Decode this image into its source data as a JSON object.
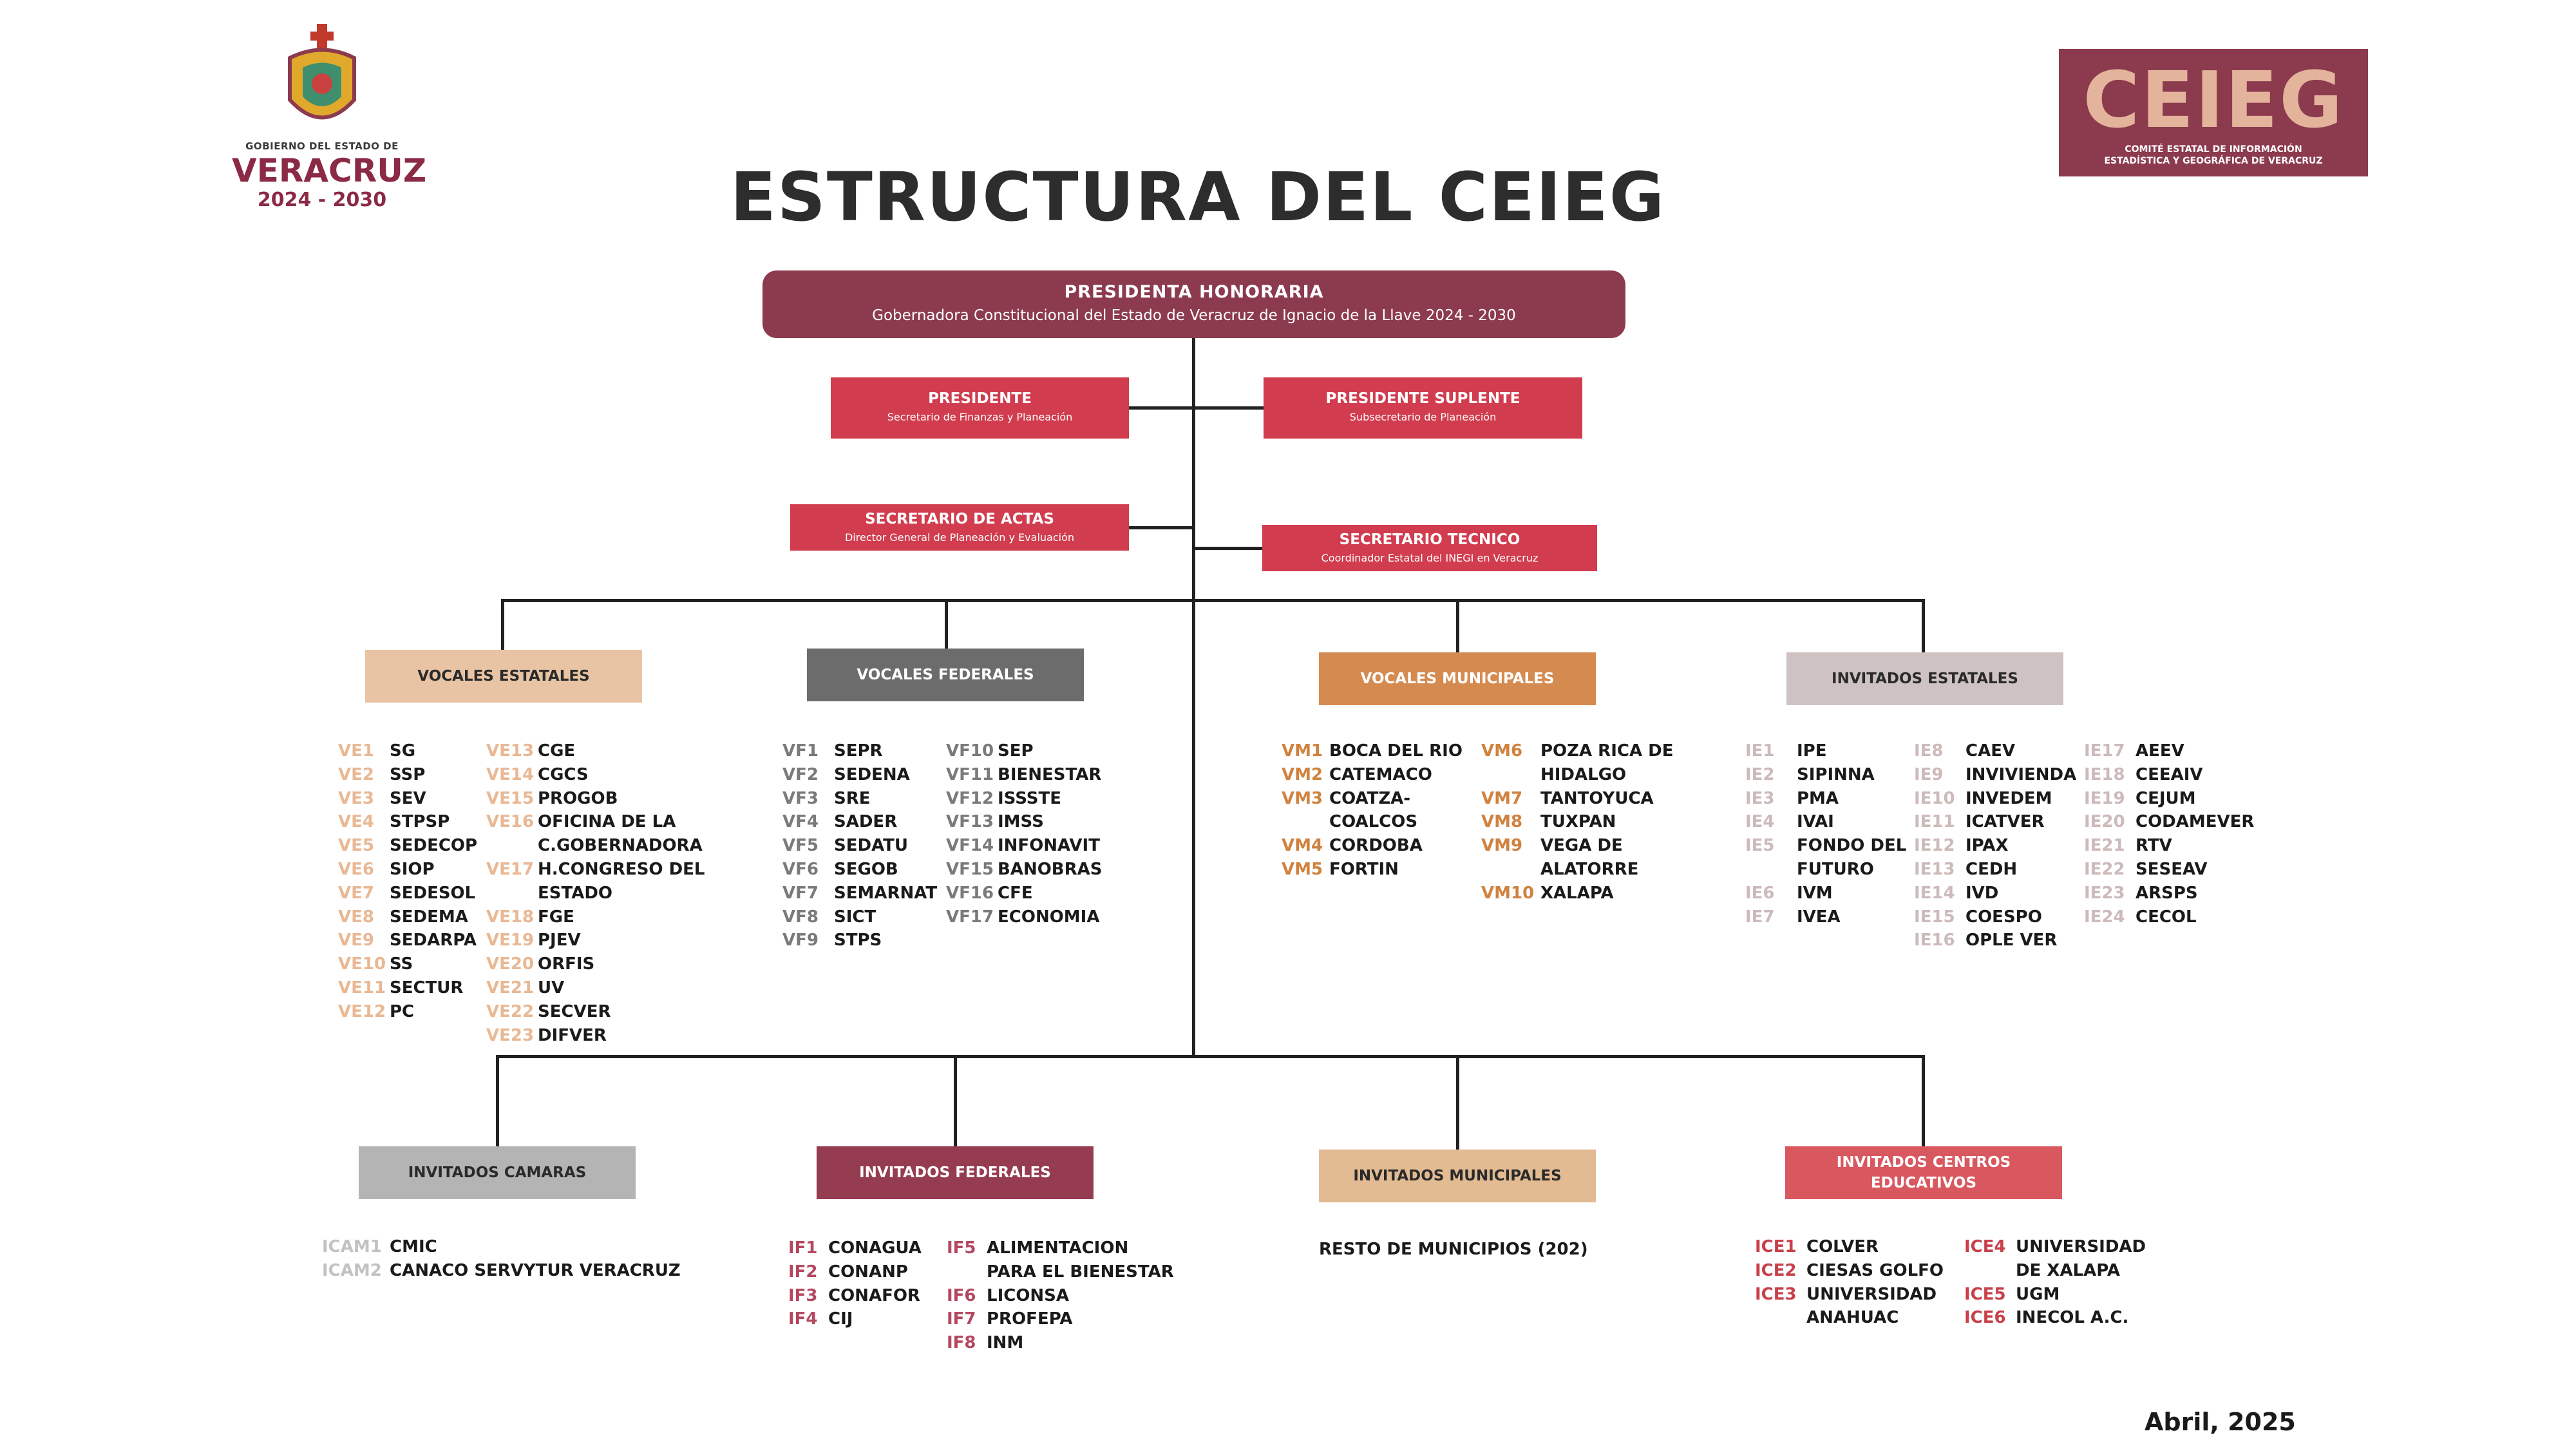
{
  "header": {
    "gov_logo": {
      "line1": "GOBIERNO DEL ESTADO DE",
      "line2": "VERACRUZ",
      "line3": "2024 - 2030"
    },
    "ceieg_logo": {
      "word": "CEIEG",
      "sub1": "COMITÉ ESTATAL DE INFORMACIÓN",
      "sub2": "ESTADÍSTICA Y GEOGRÁFICA DE VERACRUZ"
    },
    "title": "ESTRUCTURA DEL CEIEG"
  },
  "colors": {
    "wine": "#8c3a4e",
    "red": "#d13c4e",
    "peach": "#e9c4a4",
    "gray": "#6c6c6c",
    "orange": "#d58a50",
    "mauve": "#cfc2c2"
  },
  "top": {
    "presidenta": {
      "title": "PRESIDENTA HONORARIA",
      "subtitle": "Gobernadora Constitucional del Estado de Veracruz de Ignacio de la Llave 2024 - 2030"
    },
    "presidente": {
      "title": "PRESIDENTE",
      "subtitle": "Secretario de Finanzas y Planeación"
    },
    "presidente_suplente": {
      "title": "PRESIDENTE SUPLENTE",
      "subtitle": "Subsecretario de Planeación"
    },
    "secretario_actas": {
      "title": "SECRETARIO DE ACTAS",
      "subtitle": "Director General de Planeación y Evaluación"
    },
    "secretario_tecnico": {
      "title": "SECRETARIO TECNICO",
      "subtitle": "Coordinador Estatal del INEGI en Veracruz"
    }
  },
  "categories": {
    "vocales_estatales": "VOCALES ESTATALES",
    "vocales_federales": "VOCALES FEDERALES",
    "vocales_municipales": "VOCALES MUNICIPALES",
    "invitados_estatales": "INVITADOS ESTATALES",
    "invitados_camaras": "INVITADOS CAMARAS",
    "invitados_federales": "INVITADOS FEDERALES",
    "invitados_municipales": "INVITADOS MUNICIPALES",
    "invitados_centros": "INVITADOS CENTROS EDUCATIVOS"
  },
  "vocales_estatales": {
    "col1": [
      {
        "code": "VE1",
        "name": "SG"
      },
      {
        "code": "VE2",
        "name": "SSP"
      },
      {
        "code": "VE3",
        "name": "SEV"
      },
      {
        "code": "VE4",
        "name": "STPSP"
      },
      {
        "code": "VE5",
        "name": "SEDECOP"
      },
      {
        "code": "VE6",
        "name": "SIOP"
      },
      {
        "code": "VE7",
        "name": "SEDESOL"
      },
      {
        "code": "VE8",
        "name": "SEDEMA"
      },
      {
        "code": "VE9",
        "name": "SEDARPA"
      },
      {
        "code": "VE10",
        "name": "SS"
      },
      {
        "code": "VE11",
        "name": "SECTUR"
      },
      {
        "code": "VE12",
        "name": "PC"
      }
    ],
    "col2": [
      {
        "code": "VE13",
        "name": "CGE"
      },
      {
        "code": "VE14",
        "name": "CGCS"
      },
      {
        "code": "VE15",
        "name": "PROGOB"
      },
      {
        "code": "VE16",
        "name": "OFICINA DE LA"
      },
      {
        "code": "",
        "name": "C.GOBERNADORA"
      },
      {
        "code": "VE17",
        "name": "H.CONGRESO DEL"
      },
      {
        "code": "",
        "name": "ESTADO"
      },
      {
        "code": "VE18",
        "name": "FGE"
      },
      {
        "code": "VE19",
        "name": "PJEV"
      },
      {
        "code": "VE20",
        "name": "ORFIS"
      },
      {
        "code": "VE21",
        "name": "UV"
      },
      {
        "code": "VE22",
        "name": "SECVER"
      },
      {
        "code": "VE23",
        "name": "DIFVER"
      }
    ]
  },
  "vocales_federales": {
    "col1": [
      {
        "code": "VF1",
        "name": "SEPR"
      },
      {
        "code": "VF2",
        "name": "SEDENA"
      },
      {
        "code": "VF3",
        "name": "SRE"
      },
      {
        "code": "VF4",
        "name": "SADER"
      },
      {
        "code": "VF5",
        "name": "SEDATU"
      },
      {
        "code": "VF6",
        "name": "SEGOB"
      },
      {
        "code": "VF7",
        "name": "SEMARNAT"
      },
      {
        "code": "VF8",
        "name": "SICT"
      },
      {
        "code": "VF9",
        "name": "STPS"
      }
    ],
    "col2": [
      {
        "code": "VF10",
        "name": "SEP"
      },
      {
        "code": "VF11",
        "name": "BIENESTAR"
      },
      {
        "code": "VF12",
        "name": "ISSSTE"
      },
      {
        "code": "VF13",
        "name": "IMSS"
      },
      {
        "code": "VF14",
        "name": "INFONAVIT"
      },
      {
        "code": "VF15",
        "name": "BANOBRAS"
      },
      {
        "code": "VF16",
        "name": "CFE"
      },
      {
        "code": "VF17",
        "name": "ECONOMIA"
      }
    ]
  },
  "vocales_municipales": {
    "col1": [
      {
        "code": "VM1",
        "name": "BOCA DEL RIO"
      },
      {
        "code": "VM2",
        "name": "CATEMACO"
      },
      {
        "code": "VM3",
        "name": "COATZA-"
      },
      {
        "code": "",
        "name": "COALCOS"
      },
      {
        "code": "VM4",
        "name": "CORDOBA"
      },
      {
        "code": "VM5",
        "name": "FORTIN"
      }
    ],
    "col2": [
      {
        "code": "VM6",
        "name": "POZA RICA DE"
      },
      {
        "code": "",
        "name": "HIDALGO"
      },
      {
        "code": "VM7",
        "name": "TANTOYUCA"
      },
      {
        "code": "VM8",
        "name": "TUXPAN"
      },
      {
        "code": "VM9",
        "name": "VEGA DE"
      },
      {
        "code": "",
        "name": "ALATORRE"
      },
      {
        "code": "VM10",
        "name": "XALAPA"
      }
    ]
  },
  "invitados_estatales": {
    "col1": [
      {
        "code": "IE1",
        "name": "IPE"
      },
      {
        "code": "IE2",
        "name": "SIPINNA"
      },
      {
        "code": "IE3",
        "name": "PMA"
      },
      {
        "code": "IE4",
        "name": "IVAI"
      },
      {
        "code": "IE5",
        "name": "FONDO DEL"
      },
      {
        "code": "",
        "name": "FUTURO"
      },
      {
        "code": "IE6",
        "name": "IVM"
      },
      {
        "code": "IE7",
        "name": "IVEA"
      }
    ],
    "col2": [
      {
        "code": "IE8",
        "name": "CAEV"
      },
      {
        "code": "IE9",
        "name": "INVIVIENDA"
      },
      {
        "code": "IE10",
        "name": "INVEDEM"
      },
      {
        "code": "IE11",
        "name": "ICATVER"
      },
      {
        "code": "IE12",
        "name": "IPAX"
      },
      {
        "code": "IE13",
        "name": "CEDH"
      },
      {
        "code": "IE14",
        "name": "IVD"
      },
      {
        "code": "IE15",
        "name": "COESPO"
      },
      {
        "code": "IE16",
        "name": "OPLE VER"
      }
    ],
    "col3": [
      {
        "code": "IE17",
        "name": "AEEV"
      },
      {
        "code": "IE18",
        "name": "CEEAIV"
      },
      {
        "code": "IE19",
        "name": "CEJUM"
      },
      {
        "code": "IE20",
        "name": "CODAMEVER"
      },
      {
        "code": "IE21",
        "name": "RTV"
      },
      {
        "code": "IE22",
        "name": "SESEAV"
      },
      {
        "code": "IE23",
        "name": "ARSPS"
      },
      {
        "code": "IE24",
        "name": "CECOL"
      }
    ]
  },
  "invitados_camaras": [
    {
      "code": "ICAM1",
      "name": "CMIC"
    },
    {
      "code": "ICAM2",
      "name": "CANACO SERVYTUR VERACRUZ"
    }
  ],
  "invitados_federales": {
    "col1": [
      {
        "code": "IF1",
        "name": "CONAGUA"
      },
      {
        "code": "IF2",
        "name": "CONANP"
      },
      {
        "code": "IF3",
        "name": "CONAFOR"
      },
      {
        "code": "IF4",
        "name": "CIJ"
      }
    ],
    "col2": [
      {
        "code": "IF5",
        "name": "ALIMENTACION"
      },
      {
        "code": "",
        "name": "PARA EL BIENESTAR"
      },
      {
        "code": "IF6",
        "name": "LICONSA"
      },
      {
        "code": "IF7",
        "name": "PROFEPA"
      },
      {
        "code": "IF8",
        "name": "INM"
      }
    ]
  },
  "invitados_municipales_text": "RESTO DE MUNICIPIOS (202)",
  "invitados_centros": {
    "col1": [
      {
        "code": "ICE1",
        "name": "COLVER"
      },
      {
        "code": "ICE2",
        "name": "CIESAS GOLFO"
      },
      {
        "code": "ICE3",
        "name": "UNIVERSIDAD"
      },
      {
        "code": "",
        "name": "ANAHUAC"
      }
    ],
    "col2": [
      {
        "code": "ICE4",
        "name": "UNIVERSIDAD"
      },
      {
        "code": "",
        "name": "DE XALAPA"
      },
      {
        "code": "ICE5",
        "name": "UGM"
      },
      {
        "code": "ICE6",
        "name": "INECOL A.C."
      }
    ]
  },
  "footer": {
    "date": "Abril, 2025"
  }
}
